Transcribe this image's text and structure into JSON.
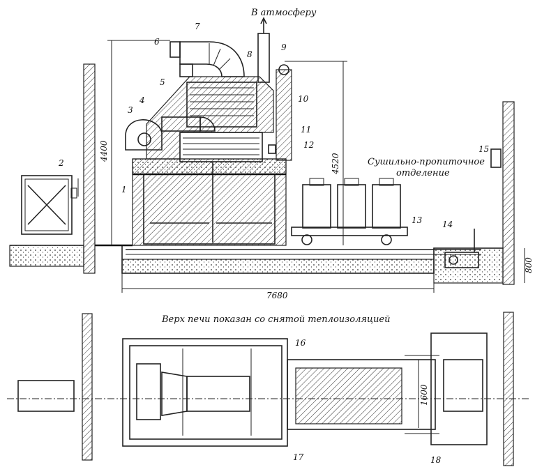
{
  "labels": {
    "atmosphere": "В атмосферу",
    "section_line1": "Сушильно-пропиточное",
    "section_line2": "отделение",
    "plan_caption": "Верх печи показан со снятой теплоизоляцией"
  },
  "dimensions": {
    "height_total": "4400",
    "height_duct": "4520",
    "length_total": "7680",
    "pit_depth": "800",
    "track_width": "1600"
  },
  "callouts": [
    "1",
    "2",
    "3",
    "4",
    "5",
    "6",
    "7",
    "8",
    "9",
    "10",
    "11",
    "12",
    "13",
    "14",
    "15",
    "16",
    "17",
    "18"
  ]
}
